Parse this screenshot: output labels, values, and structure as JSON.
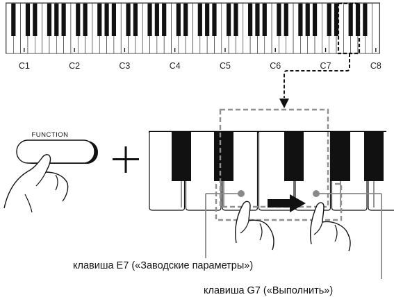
{
  "keyboard": {
    "octave_labels": [
      "C1",
      "C2",
      "C3",
      "C4",
      "C5",
      "C6",
      "C7",
      "C8"
    ]
  },
  "function_button": {
    "label": "FUNCTION"
  },
  "callouts": {
    "e7_label": "клавиша E7 («Заводские параметры»)",
    "g7_label": "клавиша G7 («Выполнить»)"
  },
  "colors": {
    "dashed_highlight": "#9a9a9a",
    "callout_line": "#8a8a8a",
    "key_black": "#111111"
  }
}
